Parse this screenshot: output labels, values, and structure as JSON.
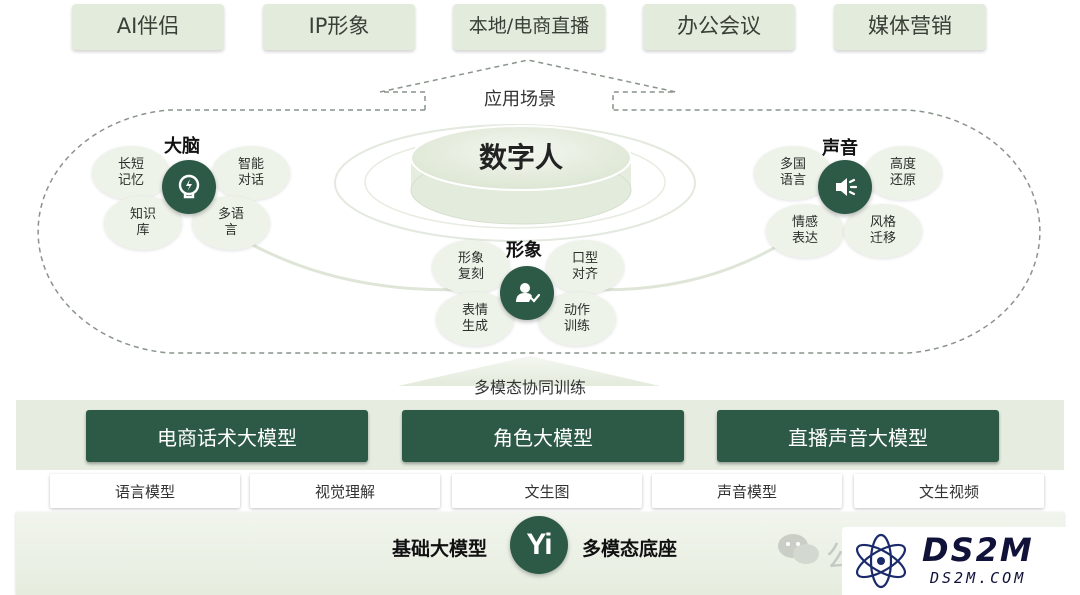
{
  "scenarios": [
    "AI伴侣",
    "IP形象",
    "本地/电商直播",
    "办公会议",
    "媒体营销"
  ],
  "scenario_section_label": "应用场景",
  "center_title": "数字人",
  "clusters": {
    "brain": {
      "title": "大脑",
      "icon": "brain-bulb-icon",
      "items": [
        "长短记忆",
        "智能对话",
        "知识库",
        "多语言"
      ]
    },
    "voice": {
      "title": "声音",
      "icon": "speaker-icon",
      "items": [
        "多国语言",
        "高度还原",
        "情感表达",
        "风格迁移"
      ]
    },
    "image": {
      "title": "形象",
      "icon": "person-icon",
      "items": [
        "形象复刻",
        "口型对齐",
        "表情生成",
        "动作训练"
      ]
    }
  },
  "training_label": "多模态协同训练",
  "big_models": [
    "电商话术大模型",
    "角色大模型",
    "直播声音大模型"
  ],
  "sub_models": [
    "语言模型",
    "视觉理解",
    "文生图",
    "声音模型",
    "文生视频"
  ],
  "foundation": {
    "left": "基础大模型",
    "right": "多模态底座",
    "logo_text": "Yi"
  },
  "watermark": {
    "brand": "DS2M",
    "url": "DS2M.COM",
    "partial_char": "公"
  },
  "colors": {
    "dark_green": "#2d5a46",
    "light_green": "#e3ebdc",
    "petal": "#eef3ea"
  }
}
